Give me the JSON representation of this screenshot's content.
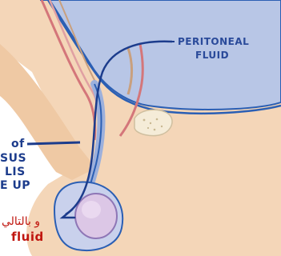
{
  "diagram": {
    "labels": {
      "peritoneal_line1": "PERITONEAL",
      "peritoneal_line2": "FLUID",
      "left_line1": "of",
      "left_line2": "SUS",
      "left_line3": "LIS",
      "left_line4": "E UP",
      "arabic": "و بالتالي",
      "fluid": "fluid"
    },
    "colors": {
      "abdomen": "#b8c6e6",
      "body": "#f4d6b8",
      "outline": "#2b5fb4",
      "vessel_red": "#d4767a",
      "annotation": "#2a4a9a",
      "red_text": "#c0160f"
    }
  }
}
